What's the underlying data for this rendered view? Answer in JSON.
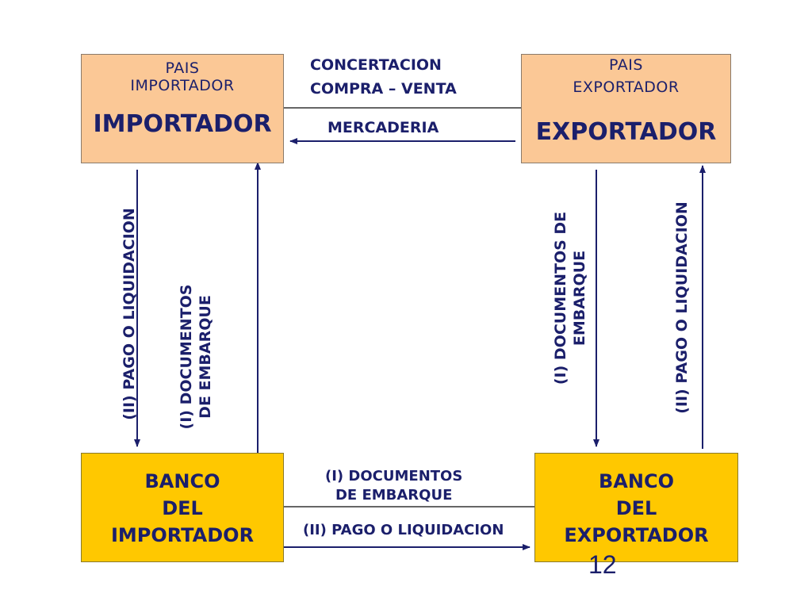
{
  "importer_box": {
    "country_line1": "PAIS",
    "country_line2": "IMPORTADOR",
    "title": "IMPORTADOR"
  },
  "exporter_box": {
    "country_line1": "PAIS",
    "country_line2": "EXPORTADOR",
    "title": "EXPORTADOR"
  },
  "importer_bank": {
    "line1": "BANCO",
    "line2": "DEL",
    "line3": "IMPORTADOR"
  },
  "exporter_bank": {
    "line1": "BANCO",
    "line2": "DEL",
    "line3": "EXPORTADOR"
  },
  "top_labels": {
    "concertacion_line1": "CONCERTACION",
    "concertacion_line2": "COMPRA – VENTA",
    "mercaderia": "MERCADERIA"
  },
  "bottom_labels": {
    "documents_line1": "(I) DOCUMENTOS",
    "documents_line2": "DE EMBARQUE",
    "payment": "(II) PAGO O LIQUIDACION"
  },
  "left_side_labels": {
    "payment": "(II) PAGO O LIQUIDACION",
    "documents_line1": "(I) DOCUMENTOS",
    "documents_line2": "DE EMBARQUE"
  },
  "right_side_labels": {
    "documents_line1": "(I) DOCUMENTOS  DE",
    "documents_line2": "EMBARQUE",
    "payment": "(II) PAGO O LIQUIDACION"
  },
  "page_number": "12",
  "colors": {
    "country_box": "#fbc896",
    "bank_box": "#ffc800",
    "label_text": "#1b1f6b",
    "arrow": "#1b1f6b"
  }
}
